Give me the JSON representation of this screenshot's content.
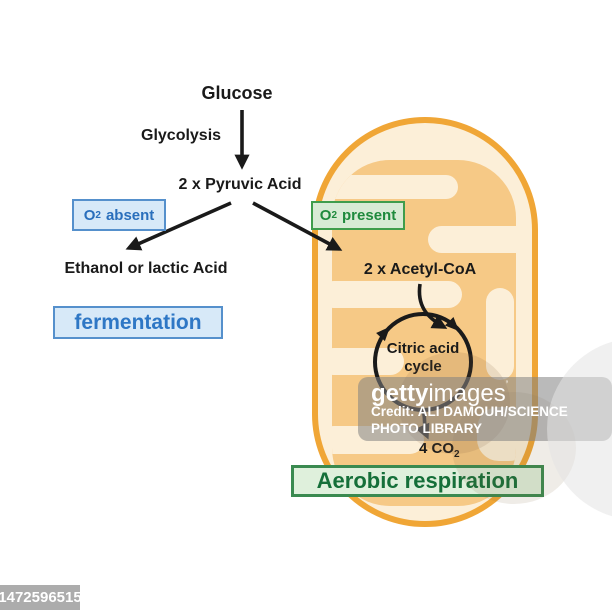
{
  "title": "Fermentation and aerobic respiration pathway diagram",
  "flow": {
    "glucose": "Glucose",
    "glycolysis": "Glycolysis",
    "pyruvic_acid": "2 x Pyruvic Acid",
    "o2_absent": {
      "symbol": "O",
      "sub": "2",
      "state": "absent"
    },
    "o2_present": {
      "symbol": "O",
      "sub": "2",
      "state": "present"
    },
    "ethanol": "Ethanol or lactic Acid",
    "fermentation": "fermentation",
    "acetyl_coa": "2 x Acetyl-CoA",
    "citric_line1": "Citric acid",
    "citric_line2": "cycle",
    "co2_prefix": "4 CO",
    "co2_sub": "2",
    "aerobic": "Aerobic respiration"
  },
  "watermark": {
    "brand_bold": "getty",
    "brand_rest": "images",
    "brand_mark": "’",
    "credit_line1": "Credit: ALI DAMOUH/SCIENCE",
    "credit_line2": "PHOTO LIBRARY",
    "image_id": "1472596515"
  },
  "colors": {
    "blue_fill": "#D7E9F8",
    "blue_border": "#5590CC",
    "blue_text": "#2A6FBC",
    "green_fill": "#D8EBD5",
    "green_border": "#3F9D4C",
    "green_text": "#1F8A3D",
    "aerobic_fill": "#DFF0DC",
    "aerobic_border": "#3A8A50",
    "aerobic_text": "#156F39",
    "mito_stroke": "#F0A636",
    "mito_outer_fill": "#FCEFD8",
    "mito_matrix_fill": "#F6C986",
    "arrow": "#1A1A1A",
    "watermark_gray": "#828282",
    "id_box_gray": "#ACACAC"
  }
}
